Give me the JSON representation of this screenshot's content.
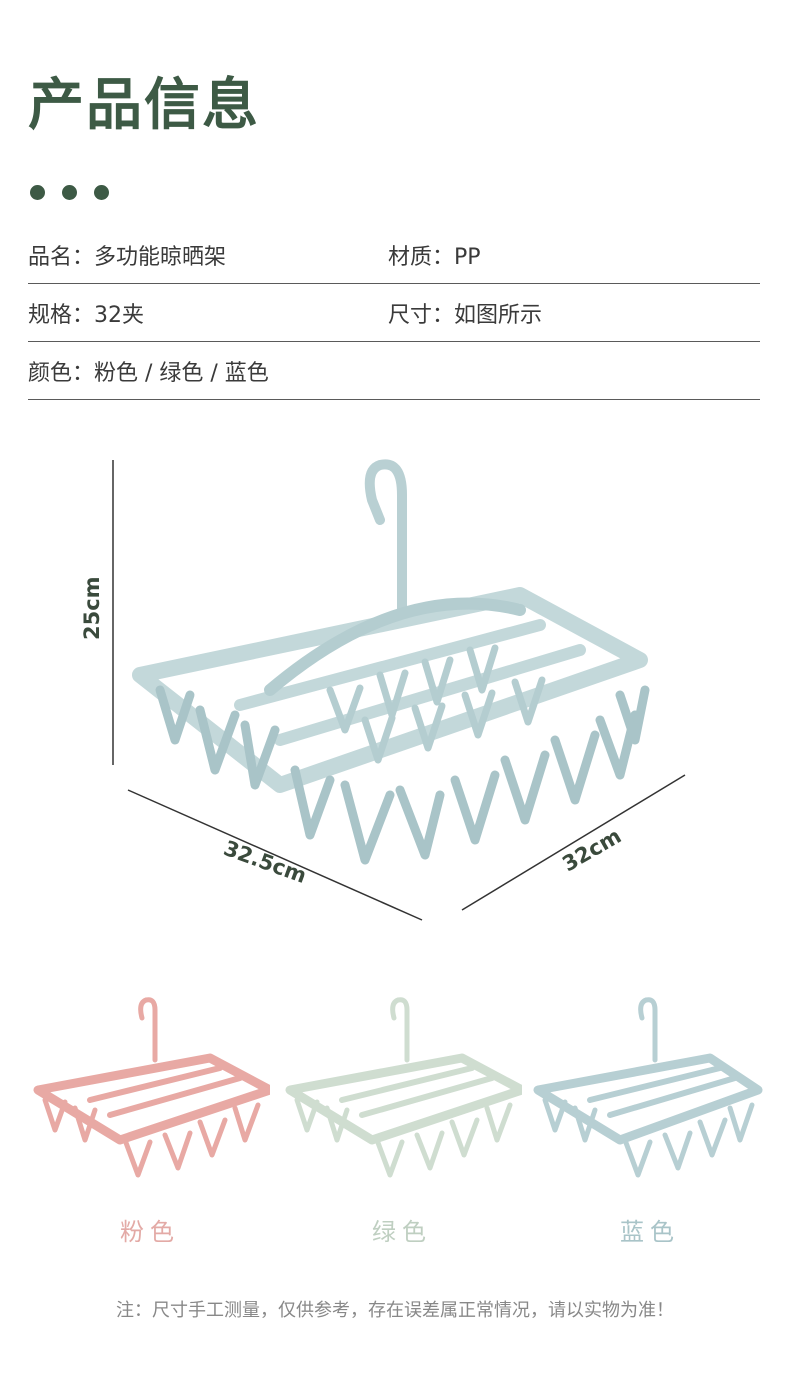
{
  "title": "产品信息",
  "specs": [
    {
      "left": "品名：多功能晾晒架",
      "right": "材质：PP"
    },
    {
      "left": "规格：32夹",
      "right": "尺寸：如图所示"
    },
    {
      "left": "颜色：粉色 / 绿色 / 蓝色",
      "right": ""
    }
  ],
  "dimensions": {
    "height": "25cm",
    "width": "32.5cm",
    "depth": "32cm"
  },
  "variants": [
    {
      "label": "粉色",
      "color": "#e8a9a4",
      "text_color": "#e3aaa6"
    },
    {
      "label": "绿色",
      "color": "#cfddd0",
      "text_color": "#bfcfc1"
    },
    {
      "label": "蓝色",
      "color": "#b7cfd3",
      "text_color": "#a9c4c8"
    }
  ],
  "main_color": "#c3d8da",
  "note": "注：尺寸手工测量，仅供参考，存在误差属正常情况，请以实物为准！"
}
